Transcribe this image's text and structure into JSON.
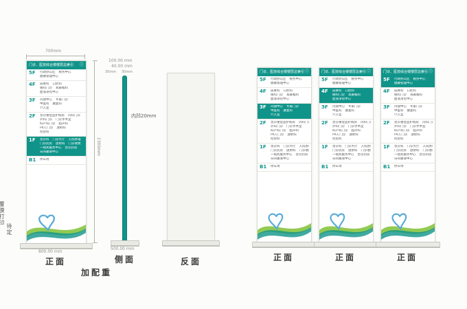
{
  "page": {
    "background": "#fcfcfa"
  },
  "colors": {
    "teal": "#10948a",
    "teal_dark": "#0c7d74",
    "green": "#86c440",
    "blue": "#58abd7"
  },
  "notes": {
    "left_note_1": "覆膜打印",
    "left_note_2": "待定",
    "counterweight": "加配重",
    "inset": "内凹20mm"
  },
  "dimensions": {
    "front_width": "700mm",
    "front_height": "2300mm",
    "front_base": "800.00 mm",
    "side_top1": "100.00 mm",
    "side_top2": "40.00 mm",
    "side_top3": "30mm",
    "side_top4": "30mm",
    "side_base": "500.00 mm"
  },
  "labels": {
    "front": "正面",
    "side": "侧面",
    "back": "反面"
  },
  "sign": {
    "header": "门诊、医技综合楼楼层总索引",
    "info_icon": "ⓘ",
    "floors": [
      {
        "id": "5F",
        "lines": [
          [
            "行政办公区",
            "税务中心"
          ],
          [
            "健康管理中心"
          ]
        ]
      },
      {
        "id": "4F",
        "lines": [
          [
            "皮肤科",
            "口腔科"
          ],
          [
            "眼科门诊",
            "耳鼻喉科"
          ],
          [
            "血液净化中心"
          ]
        ]
      },
      {
        "id": "3F",
        "lines": [
          [
            "内镜中心",
            "专家门诊"
          ],
          [
            "中医科",
            "康复科"
          ],
          [
            "介入室"
          ]
        ]
      },
      {
        "id": "2F",
        "lines": [
          [
            "急诊重症监护病房",
            "内科门诊"
          ],
          [
            "外科门诊",
            "门诊手术室"
          ],
          [
            "妇产科门诊",
            "超声科"
          ],
          [
            "PICC门诊",
            "放射科"
          ],
          [
            "检验科"
          ]
        ]
      },
      {
        "id": "1F",
        "lines": [
          [
            "急诊科",
            "门诊大厅",
            "入院办理"
          ],
          [
            "门诊药房",
            "放射科",
            "门诊收费"
          ],
          [
            "一站式服务中心",
            "急诊药房"
          ],
          [
            "日间输液中心"
          ]
        ]
      },
      {
        "id": "B1",
        "lines": [
          [
            "停车场"
          ]
        ]
      }
    ]
  },
  "panels": [
    {
      "type": "front",
      "label": "正面",
      "highlight": "1F"
    },
    {
      "type": "side",
      "label": "侧面"
    },
    {
      "type": "back",
      "label": "反面"
    },
    {
      "type": "front",
      "label": "正面",
      "highlight": "3F"
    },
    {
      "type": "front",
      "label": "正面",
      "highlight": "4F"
    },
    {
      "type": "front",
      "label": "正面",
      "highlight": "5F"
    }
  ]
}
